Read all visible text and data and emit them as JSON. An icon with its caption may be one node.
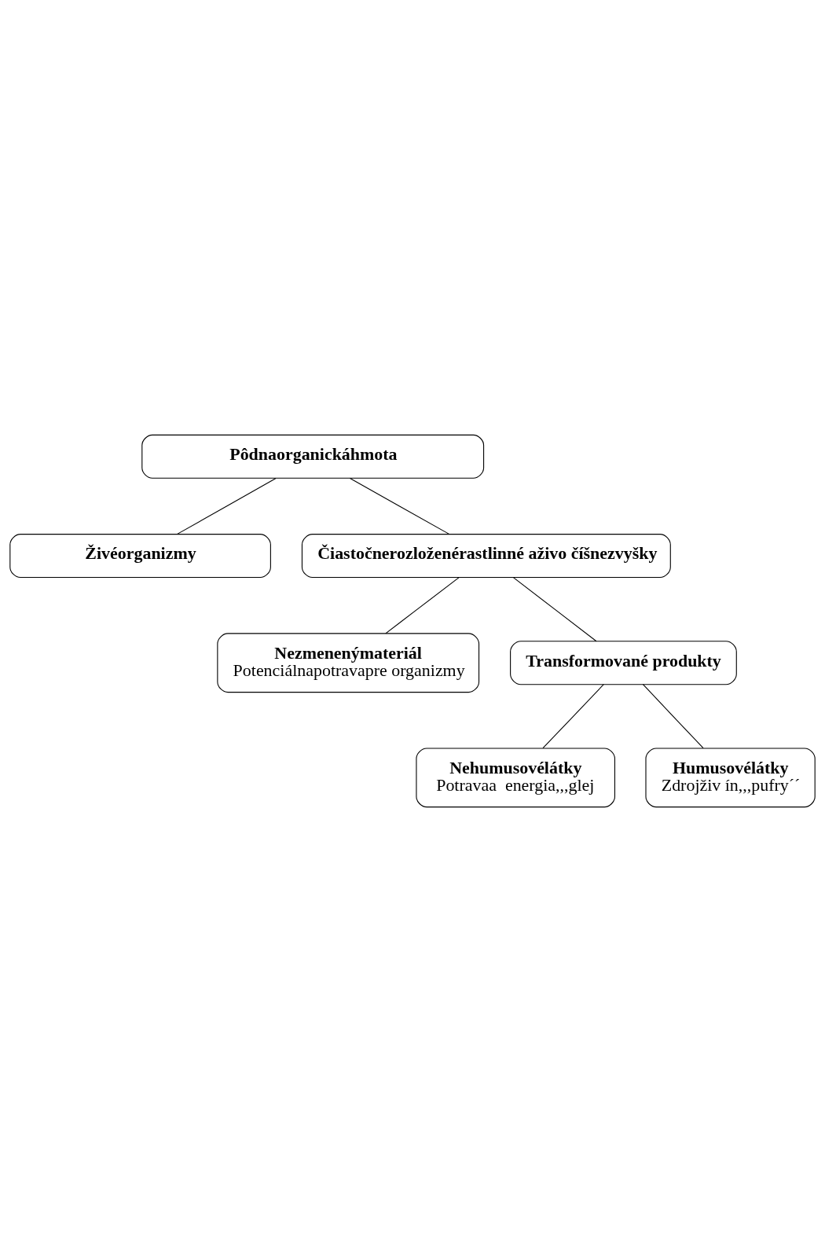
{
  "diagram": {
    "nodes": [
      {
        "text": [
          "Pôdnaorganickáhmota"
        ]
      },
      {
        "text": [
          "Živéorganizmy"
        ]
      },
      {
        "text": [
          "Čiastočnerozloženérastlinné aživo číšnezvyšky"
        ]
      },
      {
        "text": [
          "Nezmenenýmateriál",
          "Potenciálnapotravapre organizmy"
        ]
      },
      {
        "text": [
          "Transformované produkty"
        ]
      },
      {
        "text": [
          "Nehumusovélátky",
          "Potravaa  energia,,,glej"
        ]
      },
      {
        "text": [
          "Humusovélátky",
          "Zdrojživ ín,,,pufry´´"
        ]
      }
    ],
    "edges": [
      {
        "from": 0,
        "to": 1,
        "arrow": "none"
      },
      {
        "from": 0,
        "to": 2,
        "arrow": "none"
      },
      {
        "from": 2,
        "to": 3,
        "arrow": "none"
      },
      {
        "from": 2,
        "to": 4,
        "arrow": "none"
      },
      {
        "from": 4,
        "to": 5,
        "arrow": "none"
      },
      {
        "from": 4,
        "to": 6,
        "arrow": "none"
      }
    ]
  }
}
